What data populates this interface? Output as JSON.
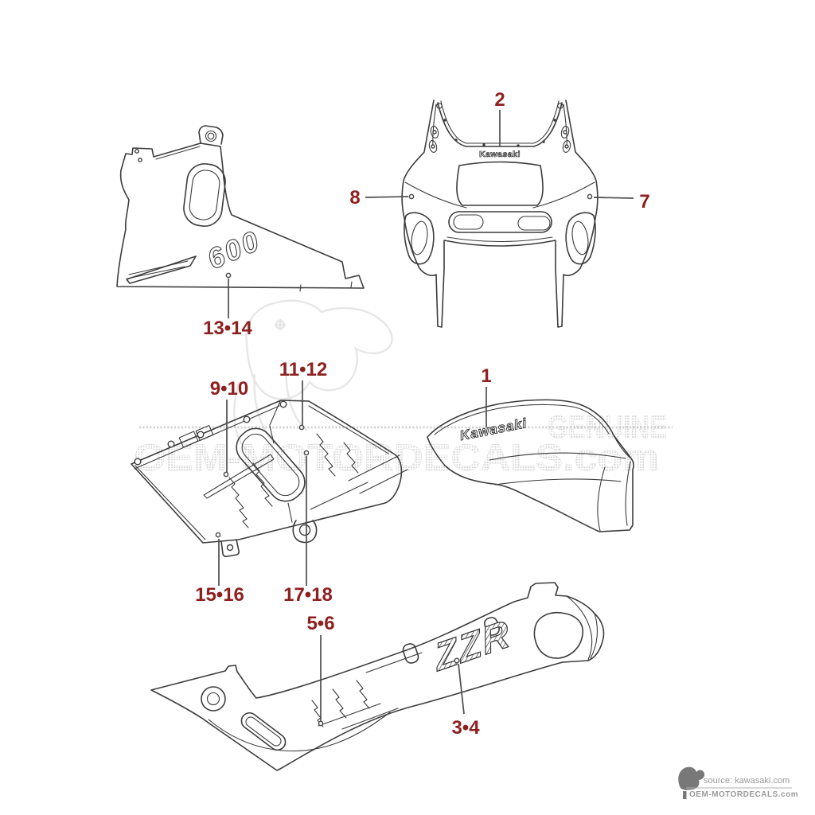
{
  "diagram": {
    "type": "motorcycle-fairing-decal-parts-diagram",
    "callouts": [
      {
        "label": "2"
      },
      {
        "label": "8"
      },
      {
        "label": "7"
      },
      {
        "label": "13•14"
      },
      {
        "label": "9•10"
      },
      {
        "label": "11•12"
      },
      {
        "label": "1"
      },
      {
        "label": "15•16"
      },
      {
        "label": "17•18"
      },
      {
        "label": "5•6"
      },
      {
        "label": "3•4"
      }
    ],
    "decals": {
      "upper_cowling": "Kawasaki",
      "side_fairing": "600",
      "tail_cowl": "Kawasaki",
      "lower_fairing": "ZZR"
    },
    "watermarks": {
      "main": "OEM-MOTORDECALS.com",
      "genuine": "GENUINE"
    },
    "footer": {
      "source": "source: kawasaki.com",
      "site": "OEM-MOTORDECALS.com"
    },
    "colors": {
      "callout_text": "#8e2020",
      "line_art": "#3c3c3c",
      "watermark": "#c6c6c6",
      "footer_text": "#9a9a9a"
    }
  }
}
